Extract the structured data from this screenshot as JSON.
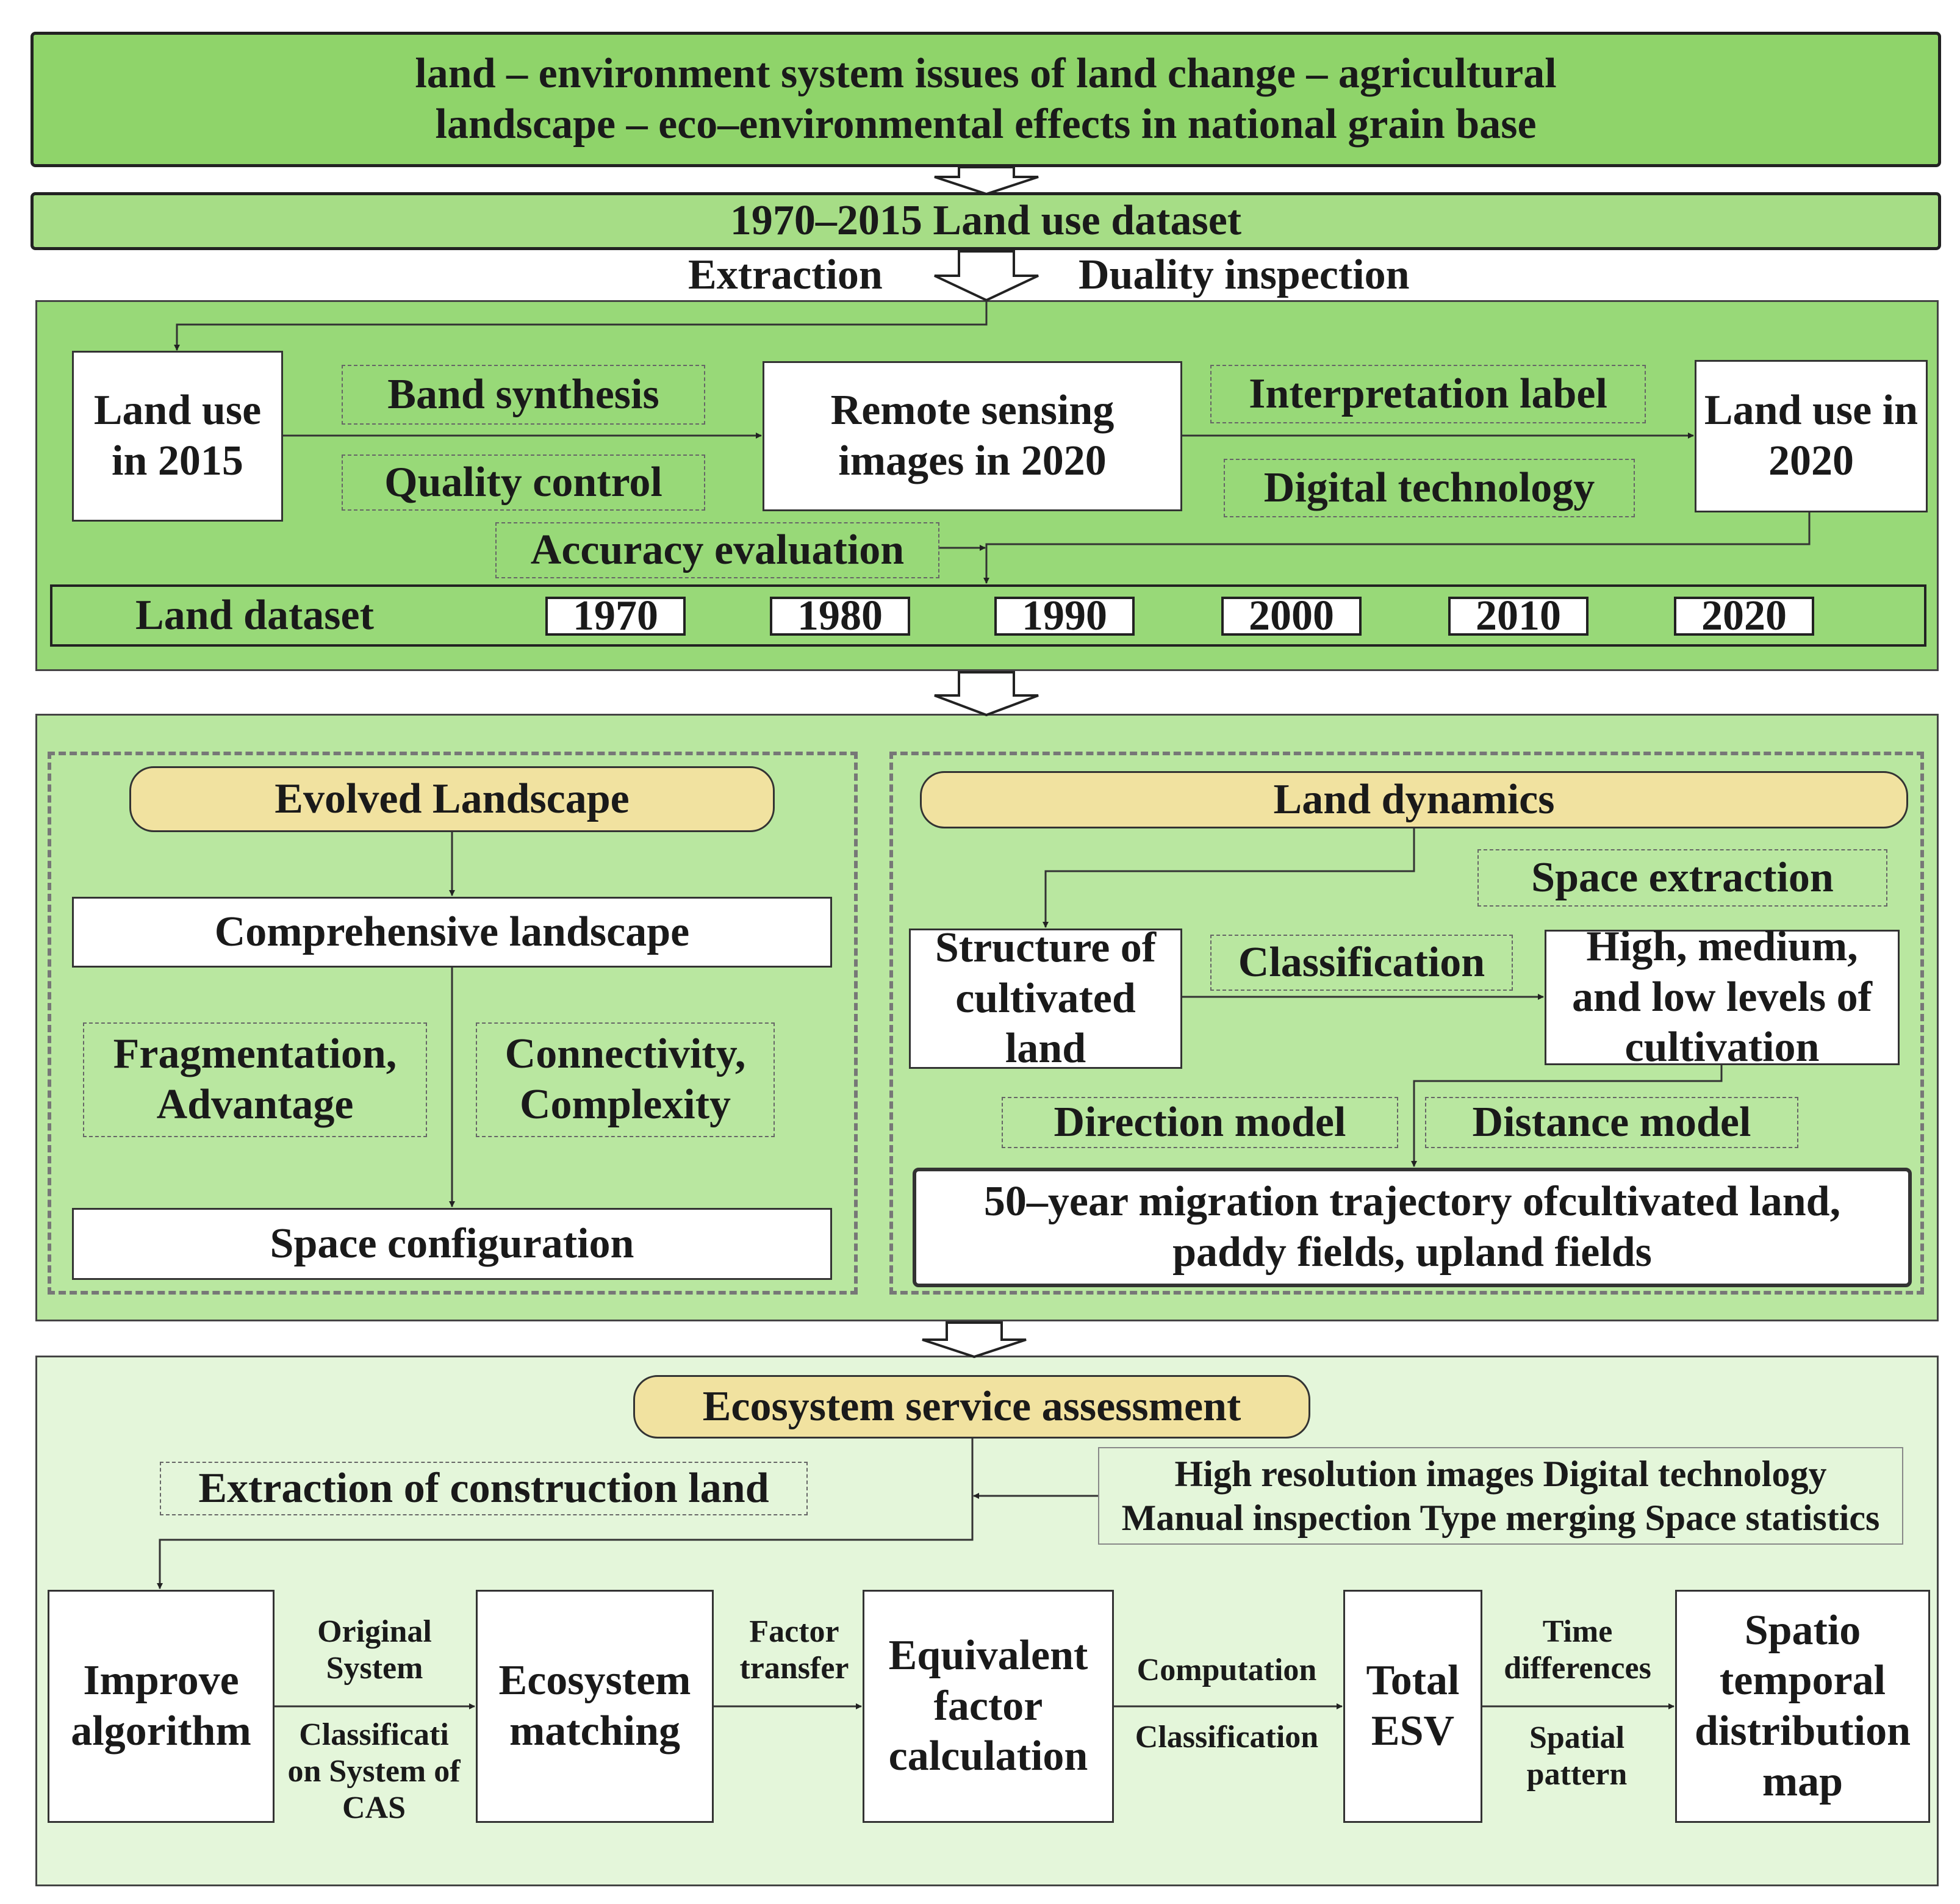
{
  "title": {
    "line1": "land – environment system issues  of land change – agricultural",
    "line2": "landscape – eco–environmental effects in national grain base"
  },
  "dataset_banner": "1970–2015 Land use dataset",
  "extraction_label": "Extraction",
  "duality_label": "Duality inspection",
  "section1": {
    "land_use_2015": "Land use in 2015",
    "band_synthesis": "Band synthesis",
    "quality_control": "Quality control",
    "remote_sensing": "Remote sensing images in 2020",
    "interpretation_label": "Interpretation label",
    "digital_technology": "Digital technology",
    "land_use_2020": "Land use in 2020",
    "accuracy_evaluation": "Accuracy evaluation",
    "land_dataset": "Land dataset",
    "years": [
      "1970",
      "1980",
      "1990",
      "2000",
      "2010",
      "2020"
    ]
  },
  "section2": {
    "evolved_landscape": "Evolved Landscape",
    "comprehensive_landscape": "Comprehensive landscape",
    "fragmentation": "Fragmentation, Advantage",
    "connectivity": "Connectivity, Complexity",
    "space_configuration": "Space configuration",
    "land_dynamics": "Land dynamics",
    "space_extraction": "Space extraction",
    "structure_cultivated": "Structure of cultivated land",
    "classification": "Classification",
    "levels_cultivation": "High, medium, and low levels of cultivation",
    "direction_model": "Direction model",
    "distance_model": "Distance model",
    "migration_line1": "50–year migration trajectory ofcultivated land,",
    "migration_line2": "paddy fields, upland fields"
  },
  "section3": {
    "ecosystem_assessment": "Ecosystem service  assessment",
    "extraction_construction": "Extraction of construction land",
    "hr_line1": "High resolution images Digital technology",
    "hr_line2": "Manual inspection  Type merging Space statistics",
    "improve_algorithm": "Improve algorithm",
    "original_system": "Original System",
    "cas_system": "Classificati on System of CAS",
    "ecosystem_matching": "Ecosystem matching",
    "factor_transfer": "Factor transfer",
    "equivalent_factor": "Equivalent factor calculation",
    "computation": "Computation",
    "classification": "Classification",
    "total_esv": "Total ESV",
    "time_differences": "Time differences",
    "spatial_pattern": "Spatial pattern",
    "spatio_map": "Spatio temporal distribution map"
  }
}
